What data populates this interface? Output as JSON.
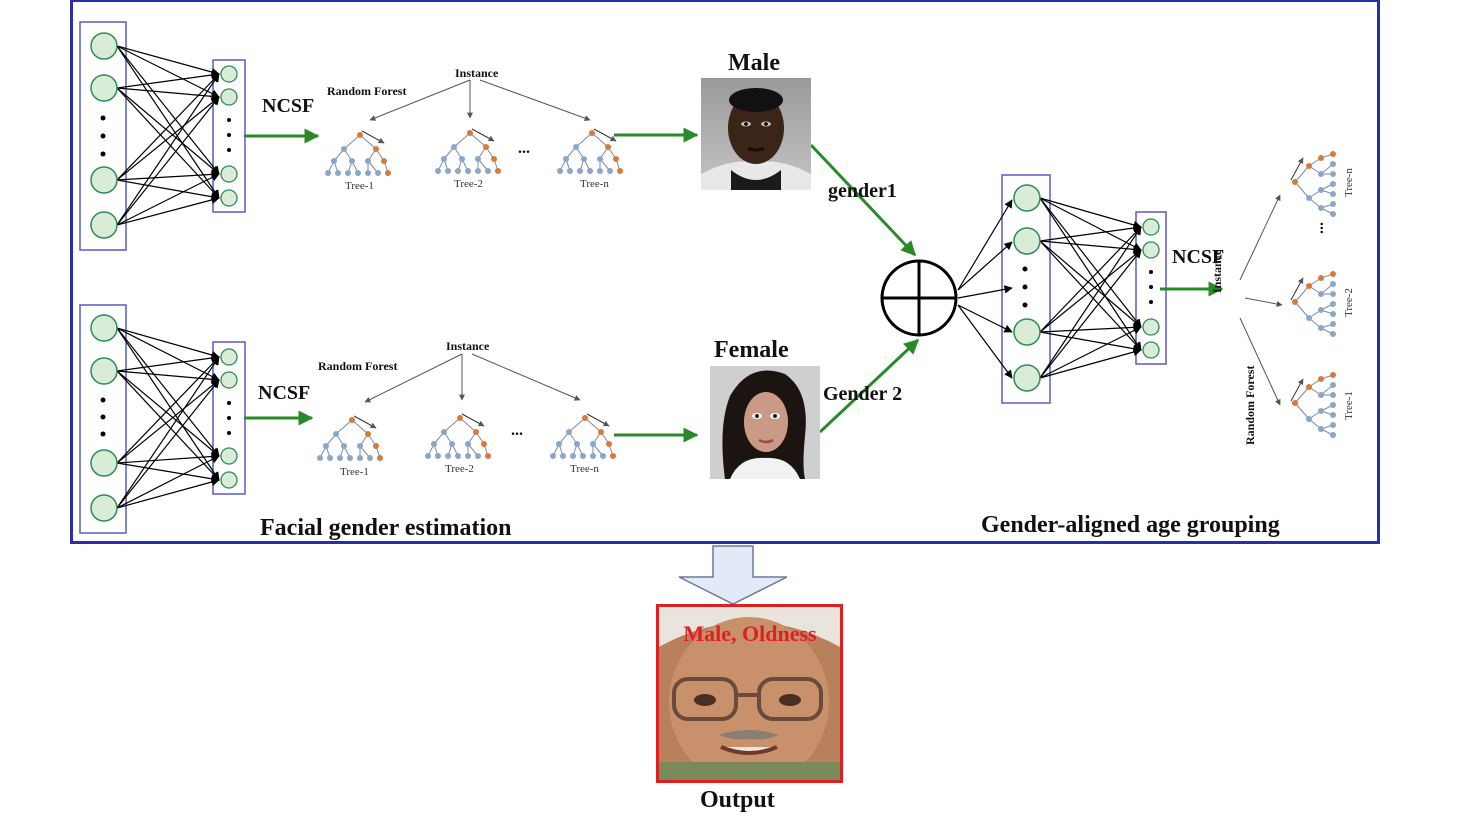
{
  "panels": {
    "left_title": "Facial gender estimation",
    "right_title": "Gender-aligned age grouping"
  },
  "branches": {
    "top": {
      "method": "NCSF",
      "forest_label": "Random Forest",
      "instance_label": "Instance",
      "trees": [
        "Tree-1",
        "Tree-2",
        "Tree-n"
      ],
      "ellipsis": "...",
      "class_label": "Male",
      "edge_label": "gender1"
    },
    "bottom": {
      "method": "NCSF",
      "forest_label": "Random Forest",
      "instance_label": "Instance",
      "trees": [
        "Tree-1",
        "Tree-2",
        "Tree-n"
      ],
      "ellipsis": "...",
      "class_label": "Female",
      "edge_label": "Gender 2"
    }
  },
  "age_grouping": {
    "method": "NCSF",
    "instance_label": "Instance",
    "forest_label": "Random Forest",
    "trees": [
      "Tree-n",
      "Tree-2",
      "Tree-1"
    ]
  },
  "output": {
    "caption": "Output",
    "overlay_text": "Male, Oldness"
  },
  "colors": {
    "frame": "#2b2dae",
    "green_arrow": "#2a8a2a",
    "node_fill": "#d8ecd8",
    "node_stroke": "#2e8b57",
    "output_red": "#e02020"
  }
}
